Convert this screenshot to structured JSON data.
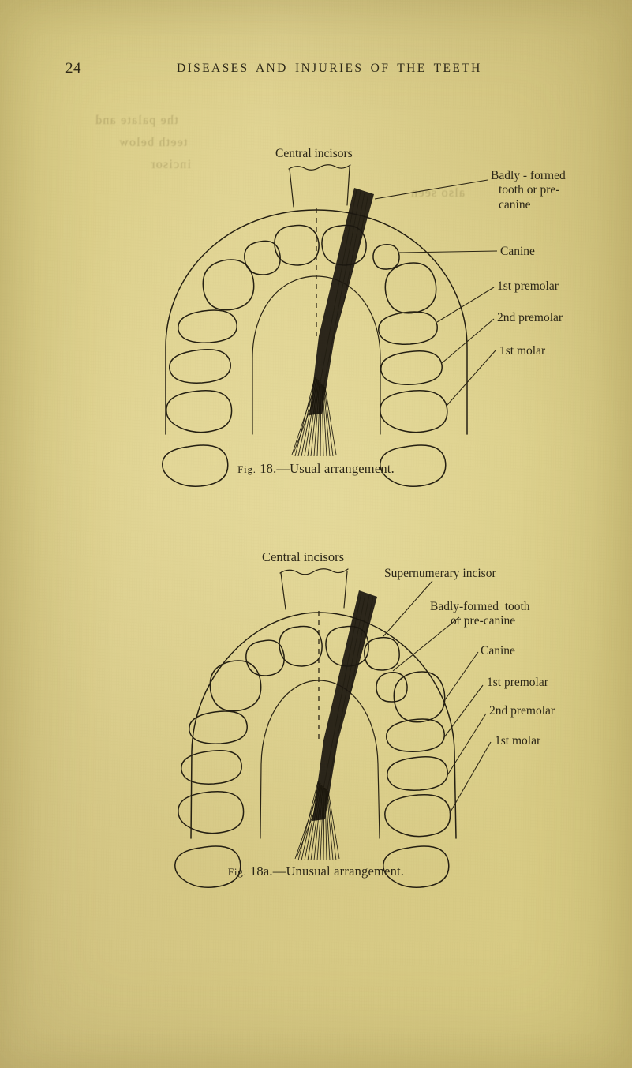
{
  "page": {
    "folio": "24",
    "running_title": "DISEASES AND INJURIES OF THE TEETH",
    "paper_color": "#ddd08b",
    "ink_color": "#241f12"
  },
  "figures": [
    {
      "id": "fig-18",
      "caption_prefix": "Fig.",
      "caption_number": "18.",
      "caption_dash": "—",
      "caption_text": "Usual arrangement.",
      "caption_full": "Fig. 18.—Usual arrangement.",
      "top_label": "Central incisors",
      "labels": [
        {
          "name": "badly-formed-tooth",
          "lines": [
            "Badly - formed",
            "tooth or pre-",
            "canine"
          ]
        },
        {
          "name": "canine",
          "lines": [
            "Canine"
          ]
        },
        {
          "name": "first-premolar",
          "lines": [
            "1st premolar"
          ]
        },
        {
          "name": "second-premolar",
          "lines": [
            "2nd premolar"
          ]
        },
        {
          "name": "first-molar",
          "lines": [
            "1st molar"
          ]
        }
      ]
    },
    {
      "id": "fig-18a",
      "caption_prefix": "Fig.",
      "caption_number": "18a.",
      "caption_dash": "—",
      "caption_text": "Unusual arrangement.",
      "caption_full": "Fig. 18a.—Unusual arrangement.",
      "top_label": "Central incisors",
      "labels": [
        {
          "name": "supernumerary-incisor",
          "lines": [
            "Supernumerary incisor"
          ]
        },
        {
          "name": "badly-formed-tooth",
          "lines": [
            "Badly-formed  tooth",
            "or pre-canine"
          ]
        },
        {
          "name": "canine",
          "lines": [
            "Canine"
          ]
        },
        {
          "name": "first-premolar",
          "lines": [
            "1st premolar"
          ]
        },
        {
          "name": "second-premolar",
          "lines": [
            "2nd premolar"
          ]
        },
        {
          "name": "first-molar",
          "lines": [
            "1st molar"
          ]
        }
      ]
    }
  ],
  "bleed_through": [
    "the palate and",
    "teeth below",
    "incisor",
    "also seen"
  ]
}
